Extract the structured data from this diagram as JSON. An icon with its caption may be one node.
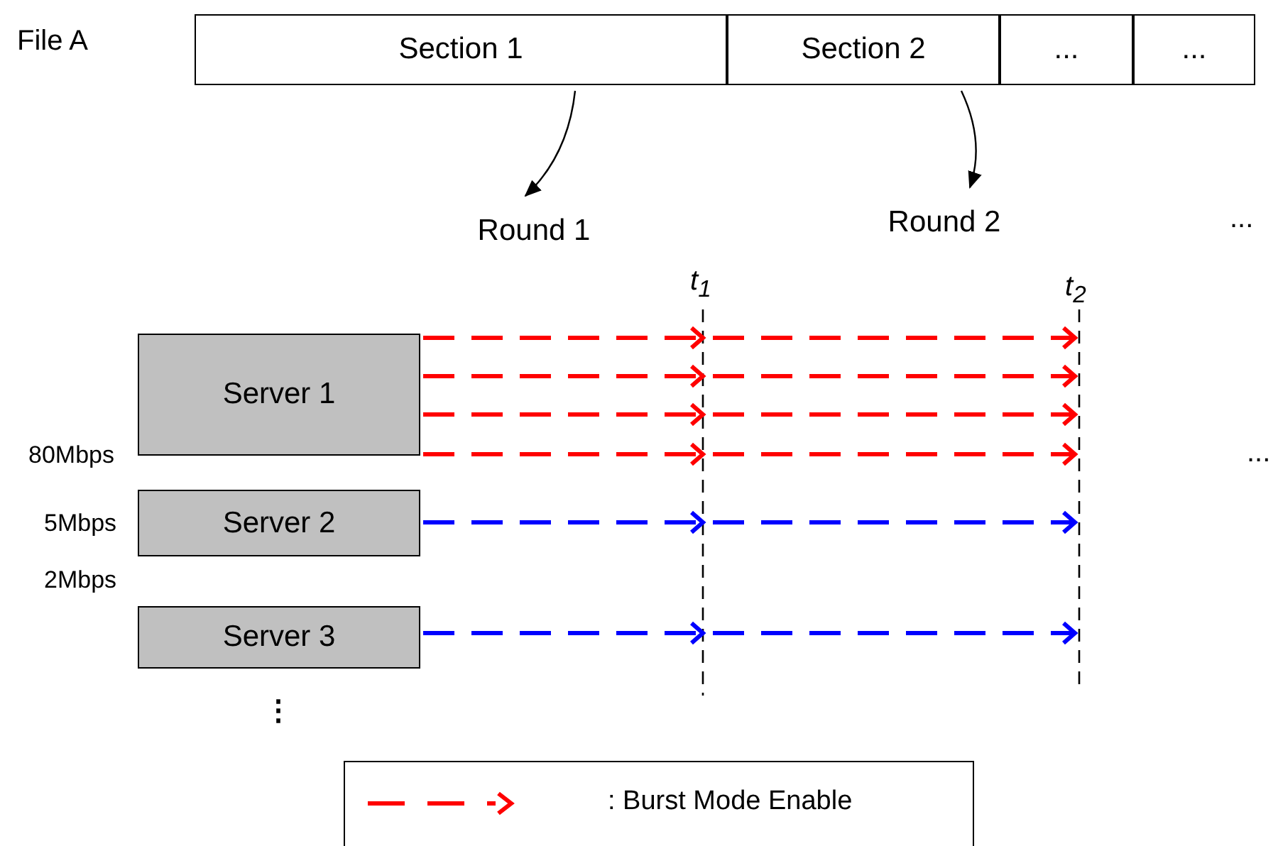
{
  "diagram": {
    "nodes": [
      {
        "text": [
          "Section 1"
        ]
      },
      {
        "text": [
          "Section 2"
        ]
      },
      {
        "text": [
          "..."
        ]
      },
      {
        "text": [
          "..."
        ]
      },
      {
        "text": [
          "Round 1"
        ]
      },
      {
        "text": [
          "Round 2"
        ]
      },
      {
        "text": [
          "Server 1"
        ],
        "beside": [
          "80Mbps"
        ]
      },
      {
        "text": [
          "Server 2"
        ],
        "beside": [
          "5Mbps"
        ]
      },
      {
        "text": [
          "Server 3"
        ],
        "beside": [
          "2Mbps"
        ]
      }
    ],
    "edges": [
      {
        "from": 0,
        "to": 4,
        "arrow": "to",
        "color": "#000000"
      },
      {
        "from": 1,
        "to": 5,
        "arrow": "to",
        "color": "#000000"
      },
      {
        "from": 6,
        "to": null,
        "arrow": "to",
        "style": "dashed",
        "color": "#ff0000"
      },
      {
        "from": 6,
        "to": null,
        "arrow": "to",
        "style": "dashed",
        "color": "#ff0000"
      },
      {
        "from": 6,
        "to": null,
        "arrow": "to",
        "style": "dashed",
        "color": "#ff0000"
      },
      {
        "from": 6,
        "to": null,
        "arrow": "to",
        "style": "dashed",
        "color": "#ff0000"
      },
      {
        "from": 7,
        "to": null,
        "arrow": "to",
        "style": "dashed",
        "color": "#0000ff"
      },
      {
        "from": 8,
        "to": null,
        "arrow": "to",
        "style": "dashed",
        "color": "#0000ff"
      }
    ],
    "labels": [
      "File A",
      "...",
      "t$_{1}$",
      "t$_{2}$",
      "...",
      "⋮"
    ],
    "legend": [
      {
        "text": ": Burst Mode Enable"
      }
    ]
  }
}
